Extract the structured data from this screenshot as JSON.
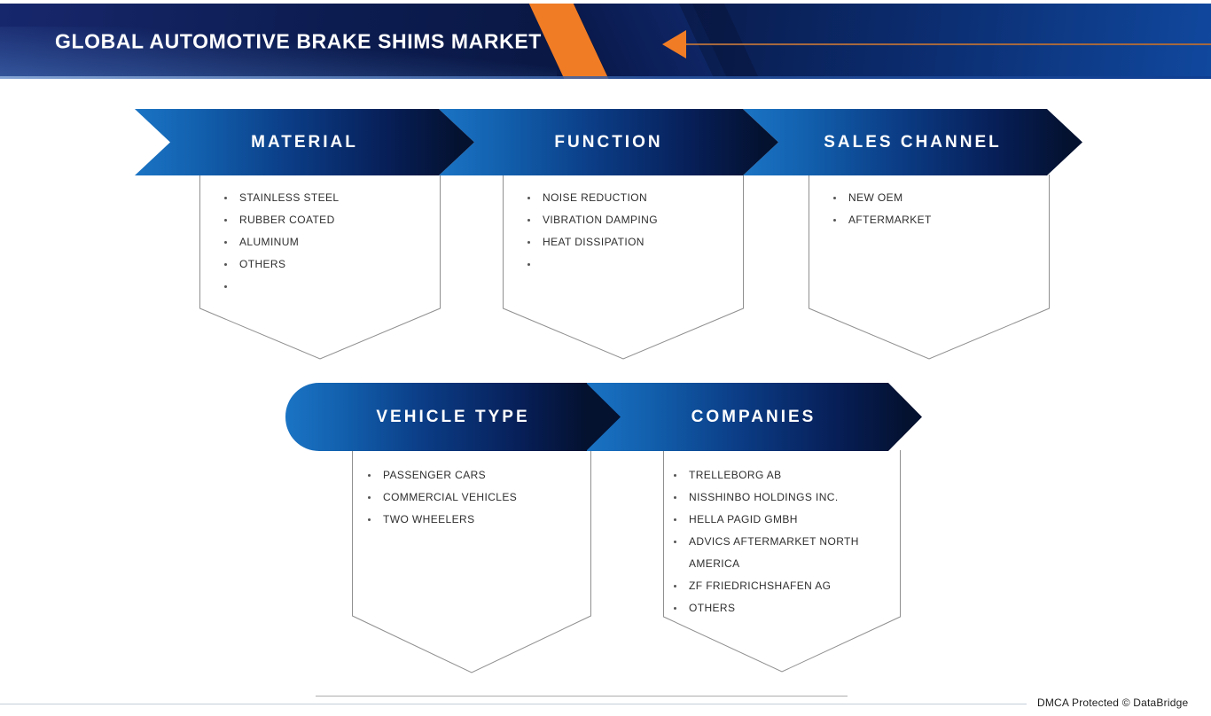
{
  "header": {
    "title": "GLOBAL AUTOMOTIVE BRAKE SHIMS MARKET"
  },
  "colors": {
    "accent_orange": "#f07c25",
    "banner_blue": "#1261af",
    "banner_navy": "#04112f",
    "header_navy": "#0a1a4a",
    "card_border": "#8f8f8f"
  },
  "row1": [
    {
      "label": "MATERIAL",
      "items": [
        "STAINLESS STEEL",
        "RUBBER COATED",
        "ALUMINUM",
        "OTHERS",
        ""
      ]
    },
    {
      "label": "FUNCTION",
      "items": [
        "NOISE REDUCTION",
        "VIBRATION DAMPING",
        "HEAT DISSIPATION",
        ""
      ]
    },
    {
      "label": "SALES CHANNEL",
      "items": [
        "NEW OEM",
        "AFTERMARKET"
      ]
    }
  ],
  "row2": [
    {
      "label": "VEHICLE TYPE",
      "items": [
        "PASSENGER CARS",
        "COMMERCIAL VEHICLES",
        "TWO WHEELERS"
      ]
    },
    {
      "label": "COMPANIES",
      "items": [
        "TRELLEBORG AB",
        "NISSHINBO HOLDINGS INC.",
        "HELLA PAGID GMBH",
        "ADVICS AFTERMARKET NORTH AMERICA",
        "ZF FRIEDRICHSHAFEN AG",
        "OTHERS"
      ]
    }
  ],
  "footer": {
    "dmca": "DMCA Protected © DataBridge"
  }
}
